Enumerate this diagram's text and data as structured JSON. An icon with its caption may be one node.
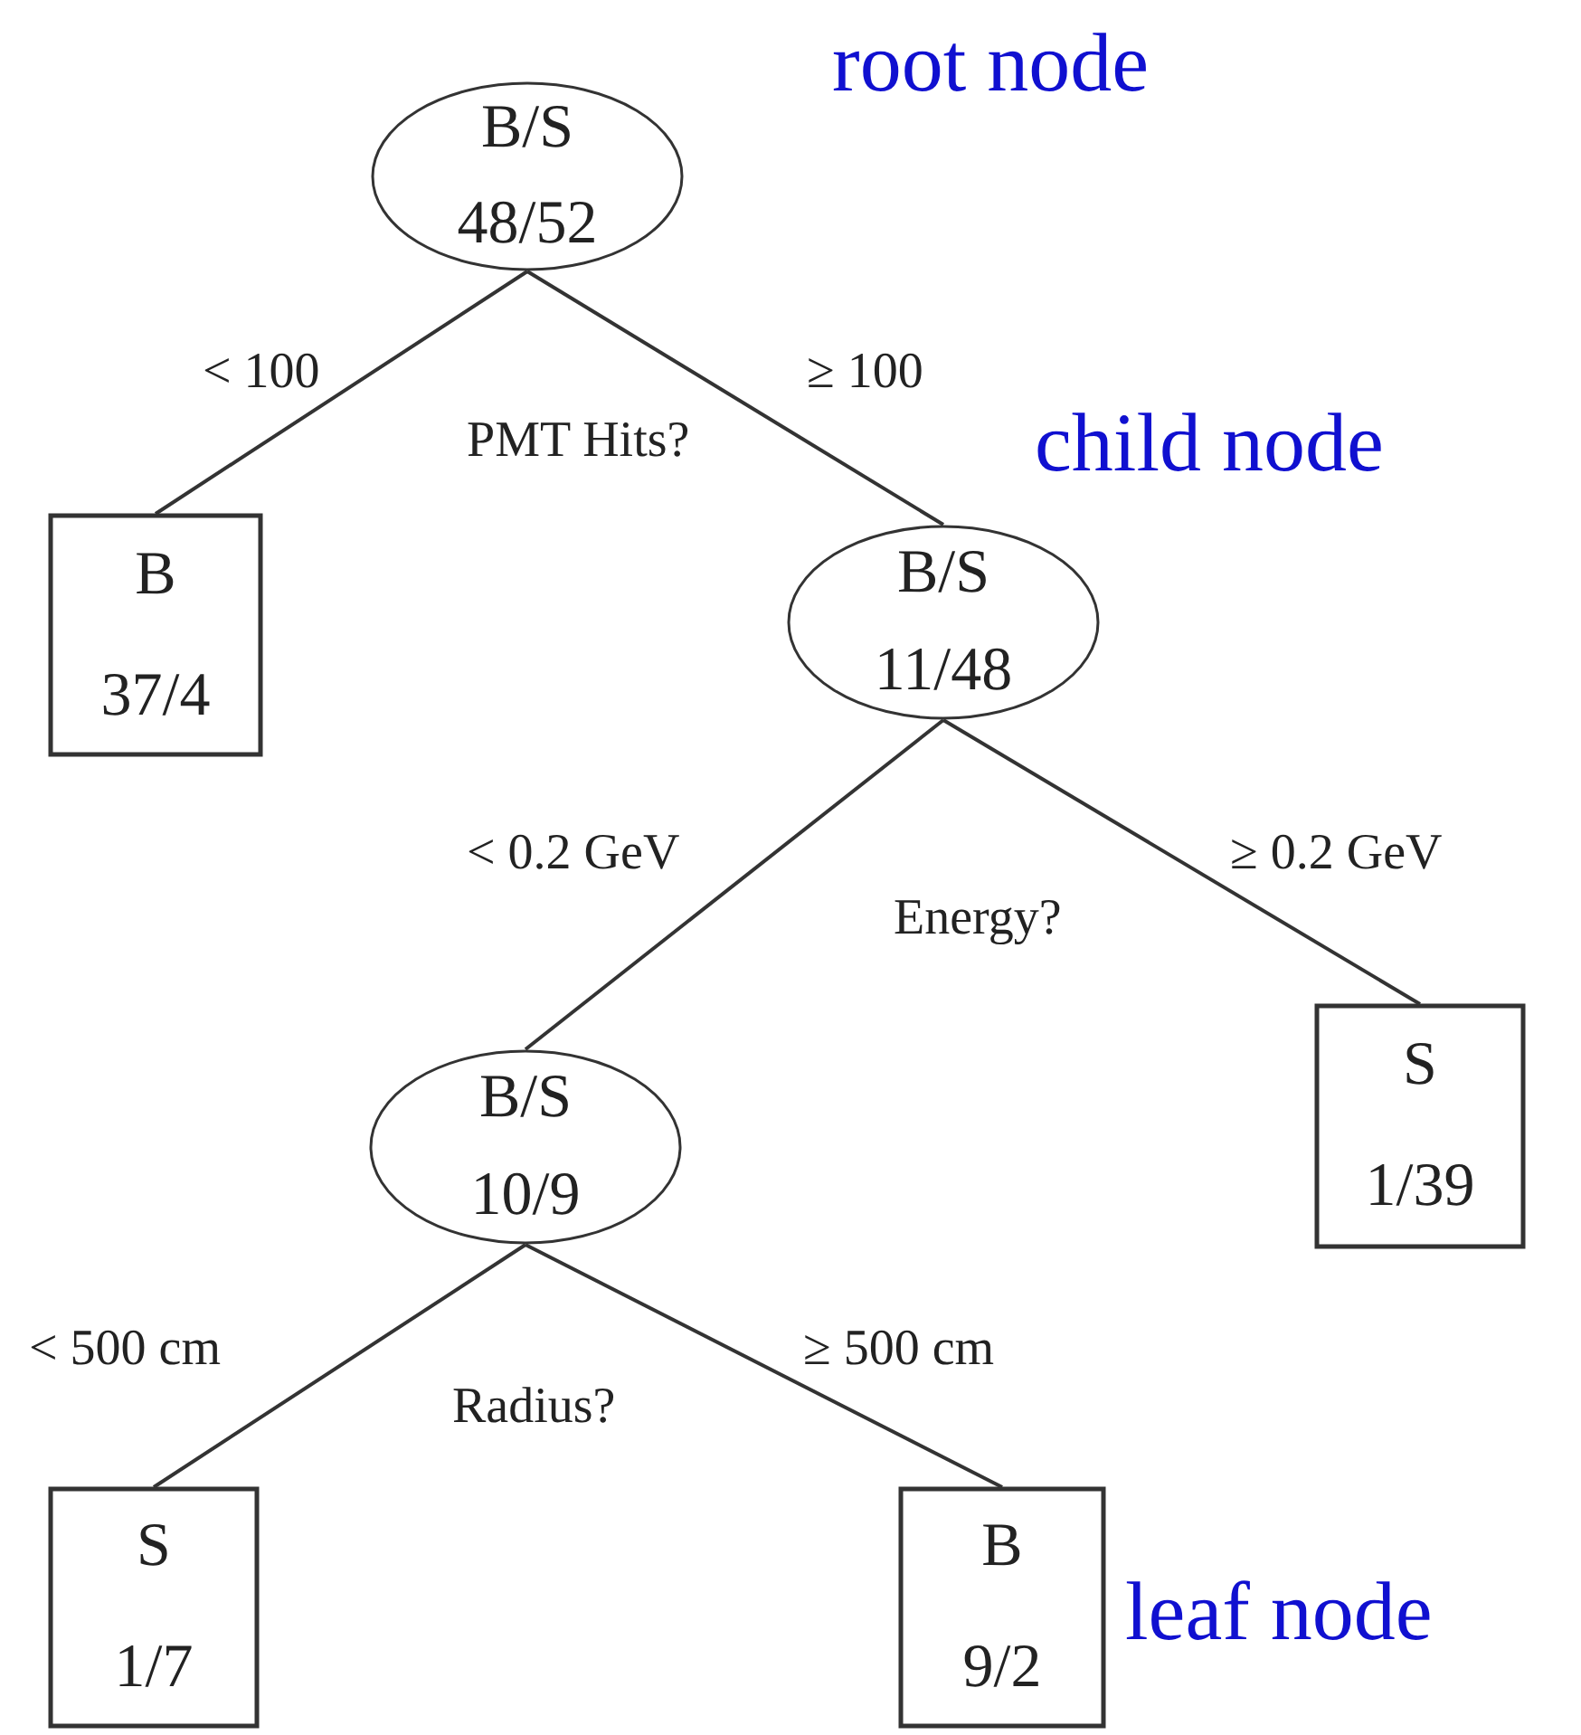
{
  "diagram": {
    "nodes": [
      {
        "text": [
          "B/S",
          "48/52"
        ],
        "beside": [
          "root node"
        ]
      },
      {
        "text": [
          "B",
          "37/4"
        ]
      },
      {
        "text": [
          "B/S",
          "11/48"
        ],
        "beside": [
          "child node"
        ]
      },
      {
        "text": [
          "B/S",
          "10/9"
        ]
      },
      {
        "text": [
          "S",
          "1/39"
        ]
      },
      {
        "text": [
          "S",
          "1/7"
        ]
      },
      {
        "text": [
          "B",
          "9/2"
        ],
        "beside": [
          "leaf node"
        ]
      }
    ],
    "edges": [
      {
        "from": 0,
        "to": 1,
        "arrow": "none",
        "label": "< 100"
      },
      {
        "from": 0,
        "to": 2,
        "arrow": "none",
        "label": "≥ 100"
      },
      {
        "from": 2,
        "to": 3,
        "arrow": "none",
        "label": "< 0.2 GeV"
      },
      {
        "from": 2,
        "to": 4,
        "arrow": "none",
        "label": "≥ 0.2 GeV"
      },
      {
        "from": 3,
        "to": 5,
        "arrow": "none",
        "label": "< 500 cm"
      },
      {
        "from": 3,
        "to": 6,
        "arrow": "none",
        "label": "≥ 500 cm"
      }
    ],
    "labels": [
      "PMT Hits?",
      "Energy?",
      "Radius?"
    ]
  }
}
